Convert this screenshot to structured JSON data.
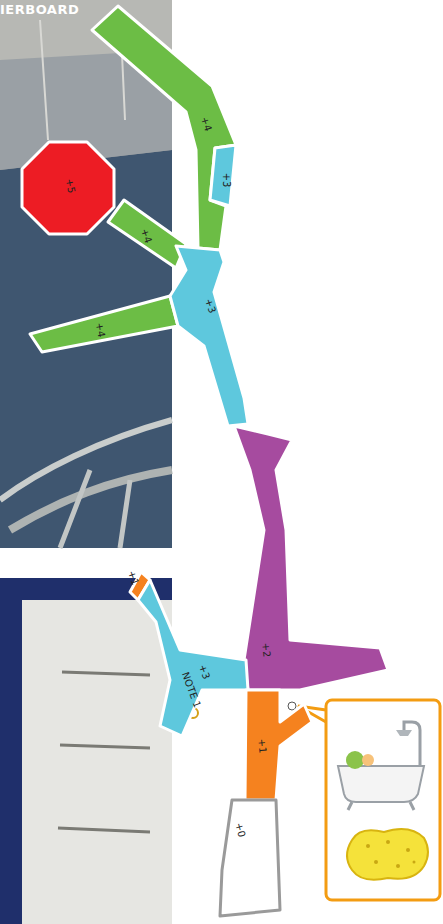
{
  "diagram": {
    "nodes": [
      {
        "text": [
          "+4"
        ]
      },
      {
        "text": [
          "+3"
        ]
      },
      {
        "text": [
          "+5"
        ]
      },
      {
        "text": [
          "+4"
        ]
      },
      {
        "text": [
          "+4"
        ]
      },
      {
        "text": [
          "+3"
        ]
      },
      {
        "text": [
          "+2"
        ]
      },
      {
        "text": [
          "+1"
        ]
      },
      {
        "text": [
          "+3",
          "NOTE 1"
        ]
      },
      {
        "text": [
          "+1"
        ]
      },
      {
        "text": [
          "+0"
        ]
      }
    ],
    "labels": [
      "IERBOARD"
    ]
  }
}
